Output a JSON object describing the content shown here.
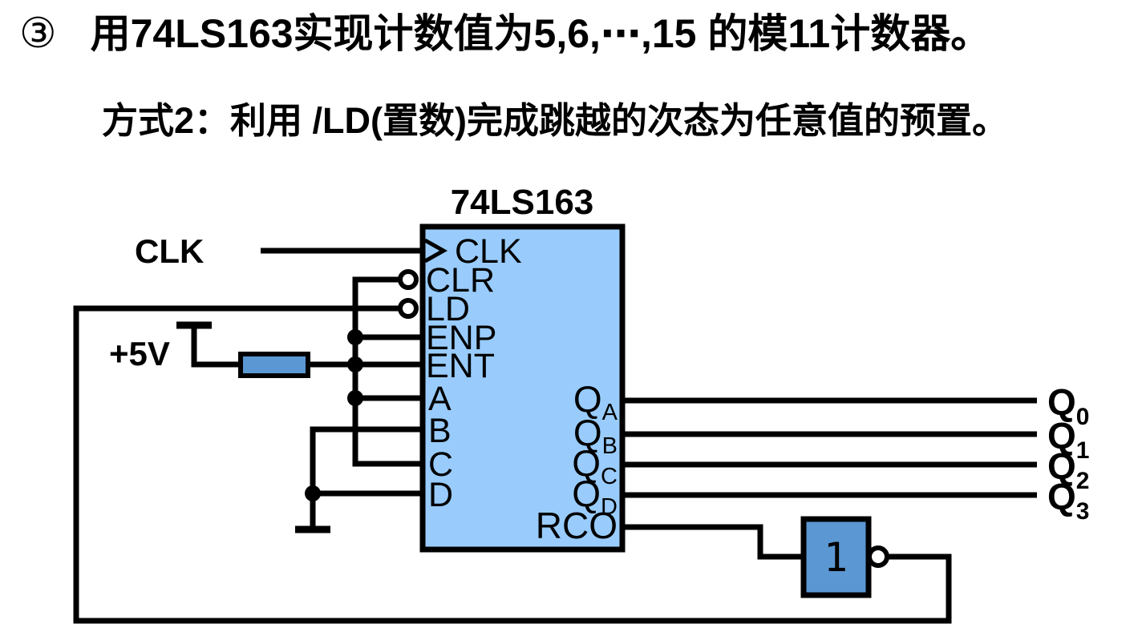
{
  "header": {
    "bullet": "③",
    "line1": "用74LS163实现计数值为5,6,⋯,15 的模11计数器。",
    "line2": "方式2：利用 /LD(置数)完成跳越的次态为任意值的预置。"
  },
  "circuit": {
    "chip": {
      "title": "74LS163",
      "left_pins": [
        "CLK",
        "CLR",
        "LD",
        "ENP",
        "ENT",
        "A",
        "B",
        "C",
        "D"
      ],
      "right_pins": [
        {
          "main": "Q",
          "sub": "A"
        },
        {
          "main": "Q",
          "sub": "B"
        },
        {
          "main": "Q",
          "sub": "C"
        },
        {
          "main": "Q",
          "sub": "D"
        },
        {
          "main": "RCO",
          "sub": ""
        }
      ]
    },
    "inputs": {
      "clock_label": "CLK",
      "vcc_label": "+5V"
    },
    "outputs": [
      {
        "main": "Q",
        "sub": "0"
      },
      {
        "main": "Q",
        "sub": "1"
      },
      {
        "main": "Q",
        "sub": "2"
      },
      {
        "main": "Q",
        "sub": "3"
      }
    ],
    "inverter_label": "1",
    "colors": {
      "chip_fill": "#99ccfc",
      "component_fill": "#5b97d2",
      "wire": "#000000"
    }
  }
}
